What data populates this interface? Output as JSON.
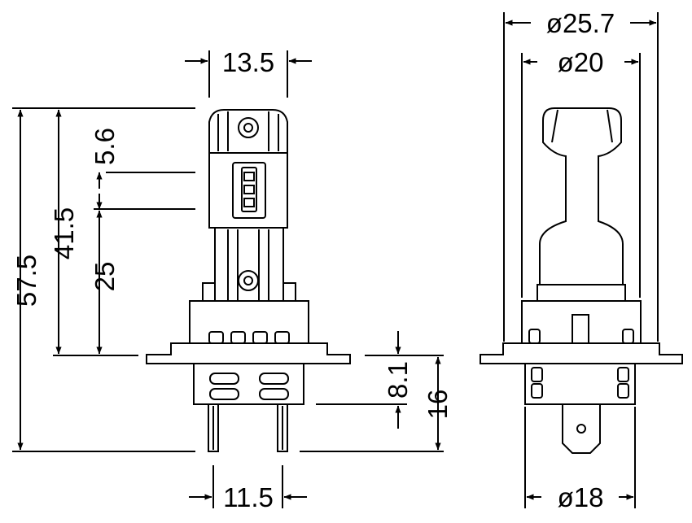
{
  "colors": {
    "stroke": "#000000",
    "fill": "#ffffff"
  },
  "dimensions": {
    "top_width": "13.5",
    "total_height": "57.5",
    "height_to_flange": "41.5",
    "led_height": "5.6",
    "led_center": "25",
    "flange_to_contact": "8.1",
    "contact_depth": "16",
    "pin_spacing": "11.5",
    "outer_diameter": "ø25.7",
    "inner_diameter": "ø20",
    "base_diameter": "ø18"
  }
}
